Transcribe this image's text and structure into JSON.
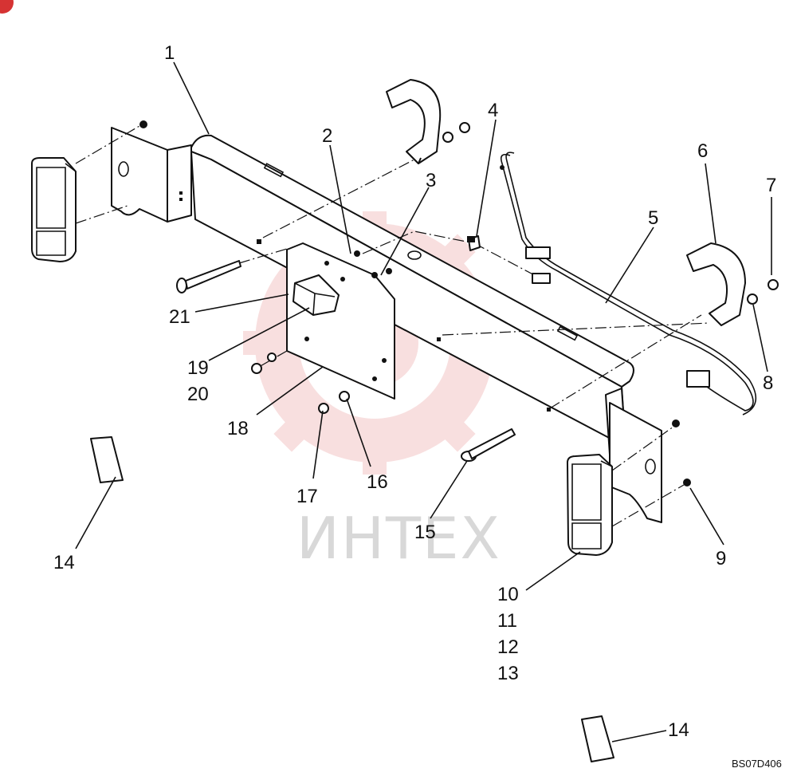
{
  "diagram": {
    "callouts": [
      {
        "id": "c1",
        "text": "1"
      },
      {
        "id": "c2",
        "text": "2"
      },
      {
        "id": "c3",
        "text": "3"
      },
      {
        "id": "c4",
        "text": "4"
      },
      {
        "id": "c5",
        "text": "5"
      },
      {
        "id": "c6",
        "text": "6"
      },
      {
        "id": "c7",
        "text": "7"
      },
      {
        "id": "c8",
        "text": "8"
      },
      {
        "id": "c9",
        "text": "9"
      },
      {
        "id": "c10",
        "text": "10"
      },
      {
        "id": "c11",
        "text": "11"
      },
      {
        "id": "c12",
        "text": "12"
      },
      {
        "id": "c13",
        "text": "13"
      },
      {
        "id": "c14a",
        "text": "14"
      },
      {
        "id": "c14b",
        "text": "14"
      },
      {
        "id": "c15",
        "text": "15"
      },
      {
        "id": "c16",
        "text": "16"
      },
      {
        "id": "c17",
        "text": "17"
      },
      {
        "id": "c18",
        "text": "18"
      },
      {
        "id": "c19",
        "text": "19"
      },
      {
        "id": "c20",
        "text": "20"
      },
      {
        "id": "c21",
        "text": "21"
      }
    ],
    "drawing_code": "BS07D406",
    "watermark": "ИНТЕХ",
    "colors": {
      "line": "#111111",
      "watermark": "#f3c6c6",
      "background": "#ffffff"
    }
  }
}
